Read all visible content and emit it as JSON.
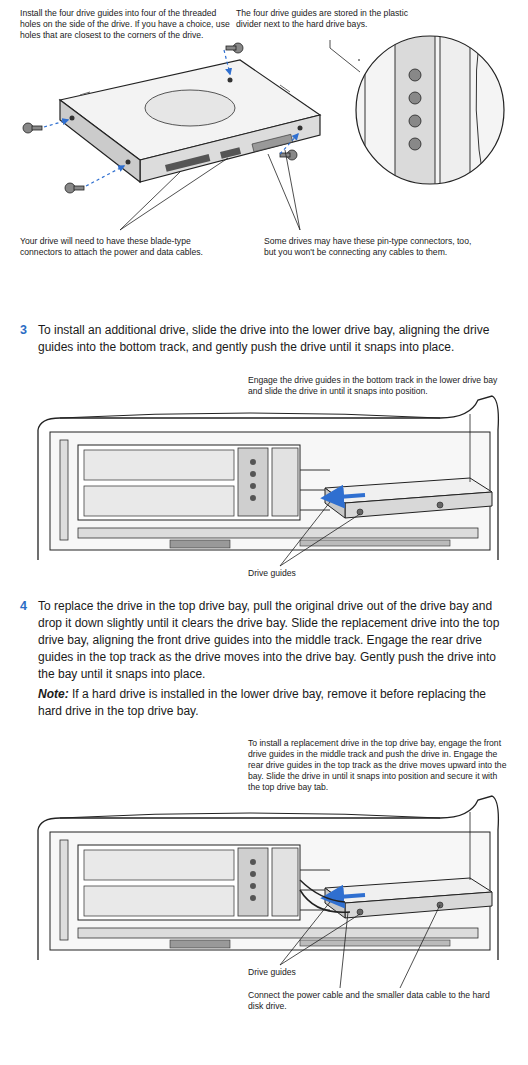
{
  "diagram": {
    "labels": [
      "Install the four drive guides into four of the threaded holes on the side of the drive. If you have a choice, use holes that are closest to the corners of the drive.",
      "The four drive guides are stored in the plastic divider next to the hard drive bays.",
      "Your drive will need to have these blade-type connectors to attach the power and data cables.",
      "Some drives may have these pin-type connectors, too, but you won't be connecting any cables to them.",
      "3",
      "To install an additional drive, slide the drive into the lower drive bay, aligning the drive guides into the bottom track, and gently push the drive until it snaps into place.",
      "Engage the drive guides in the bottom track in the lower drive bay and slide the drive in until it snaps into position.",
      "Drive guides",
      "4",
      "To replace the drive in the top drive bay, pull the original drive out of the drive bay and drop it down slightly until it clears the drive bay. Slide the replacement drive into the top drive bay, aligning the front drive guides into the middle track. Engage the rear drive guides in the top track as the drive moves into the drive bay. Gently push the drive into the bay until it snaps into place.",
      "Note:",
      "If a hard drive is installed in the lower drive bay, remove it before replacing the hard drive in the top drive bay.",
      "To install a replacement drive in the top drive bay, engage the front drive guides in the middle track and push the drive in. Engage the rear drive guides in the top track as the drive moves upward into the bay. Slide the drive in until it snaps into position and secure it with the top drive bay tab.",
      "Drive guides",
      "Connect the power cable and the smaller data cable to the hard disk drive."
    ]
  }
}
